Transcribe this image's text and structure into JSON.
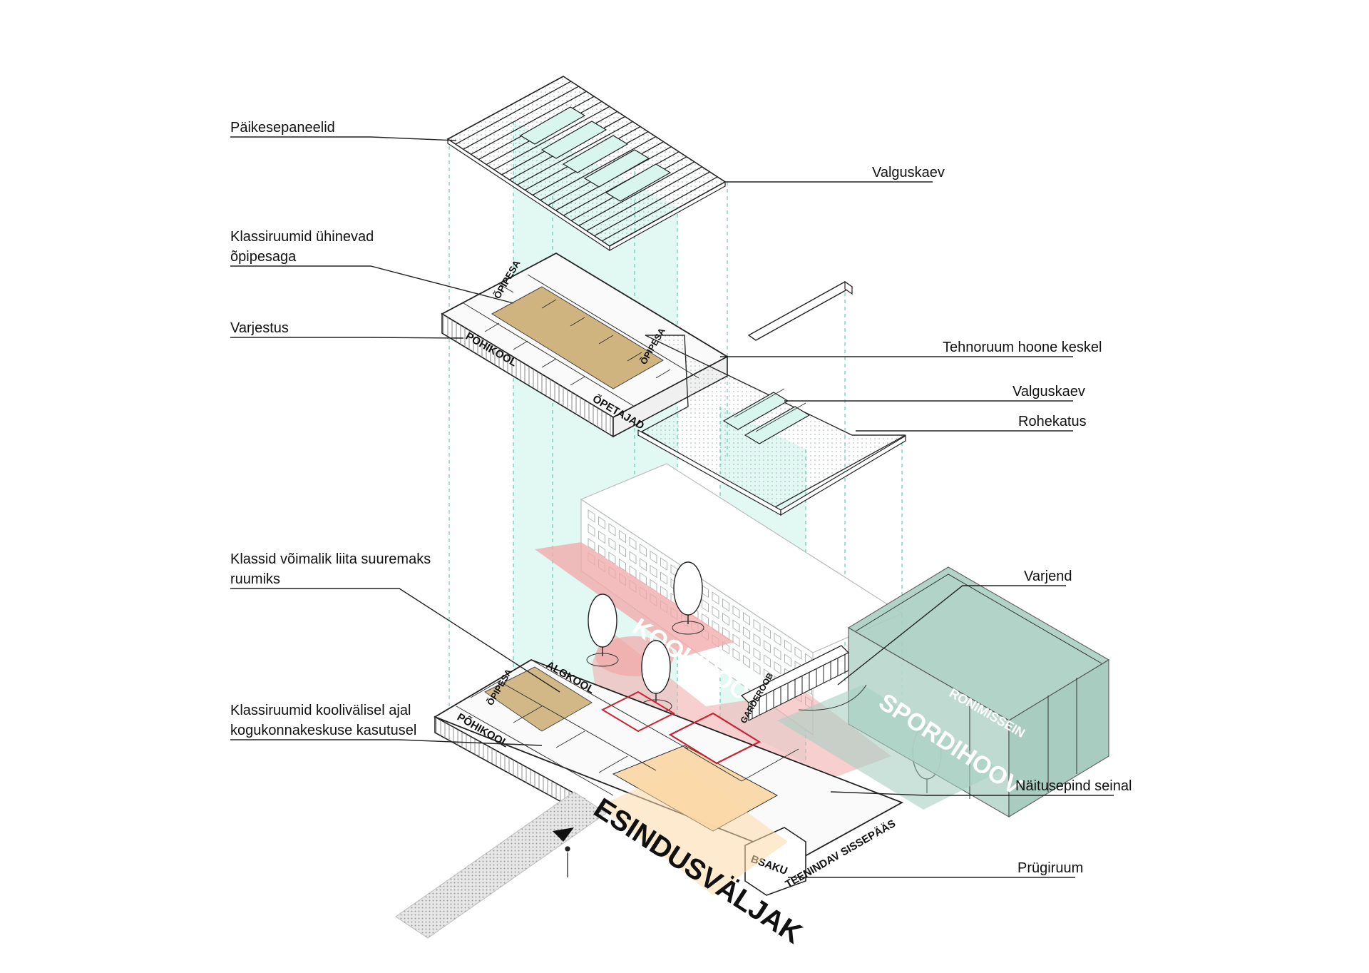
{
  "labels": {
    "paikesepaneelid": "Päikesepaneelid",
    "valguskaev_top": "Valguskaev",
    "klassiruumid_line1": "Klassiruumid ühinevad",
    "klassiruumid_line2": "õpipesaga",
    "varjestus": "Varjestus",
    "tehnoruum": "Tehnoruum hoone keskel",
    "valguskaev_mid": "Valguskaev",
    "rohekatus": "Rohekatus",
    "klassid_line1": "Klassid võimalik liita suuremaks",
    "klassid_line2": "ruumiks",
    "varjend": "Varjend",
    "kooli_line1": "Klassiruumid koolivälisel ajal",
    "kooli_line2": "kogukonnakeskuse kasutusel",
    "naitusepind": "Näitusepind seinal",
    "prugiruum": "Prügiruum"
  },
  "diagram_text": {
    "koolihoov": "KOOLIHOOV",
    "spordihoov": "SPORDIHOOV",
    "ronimissein": "RONIMISSEIN",
    "esindusvaljak": "ESINDUSVÄLJAK",
    "teenindav_sissepaas": "TEENINDAV SISSEPÄÄS",
    "pohikool_upper": "PÕHIKOOL",
    "opipesa_upper": "ÕPIPESA",
    "opetajad_upper": "ÕPETAJAD",
    "opipesa_upper2": "ÕPIPESA",
    "pohikool_lower": "PÕHIKOOL",
    "opipesa_lower": "ÕPIPESA",
    "algkool_lower": "ALGKOOL",
    "garderoob": "GARDEROOB",
    "bsaku": "BSAKU"
  },
  "colors": {
    "light_shaft": "#bff0e4",
    "green_roof": "#8fd9c6",
    "schoolyard": "#f2a7a7",
    "sports_block": "#a9cfc3",
    "plaza": "#fbd9a8",
    "wood": "#c9a86b",
    "ink": "#222222"
  }
}
